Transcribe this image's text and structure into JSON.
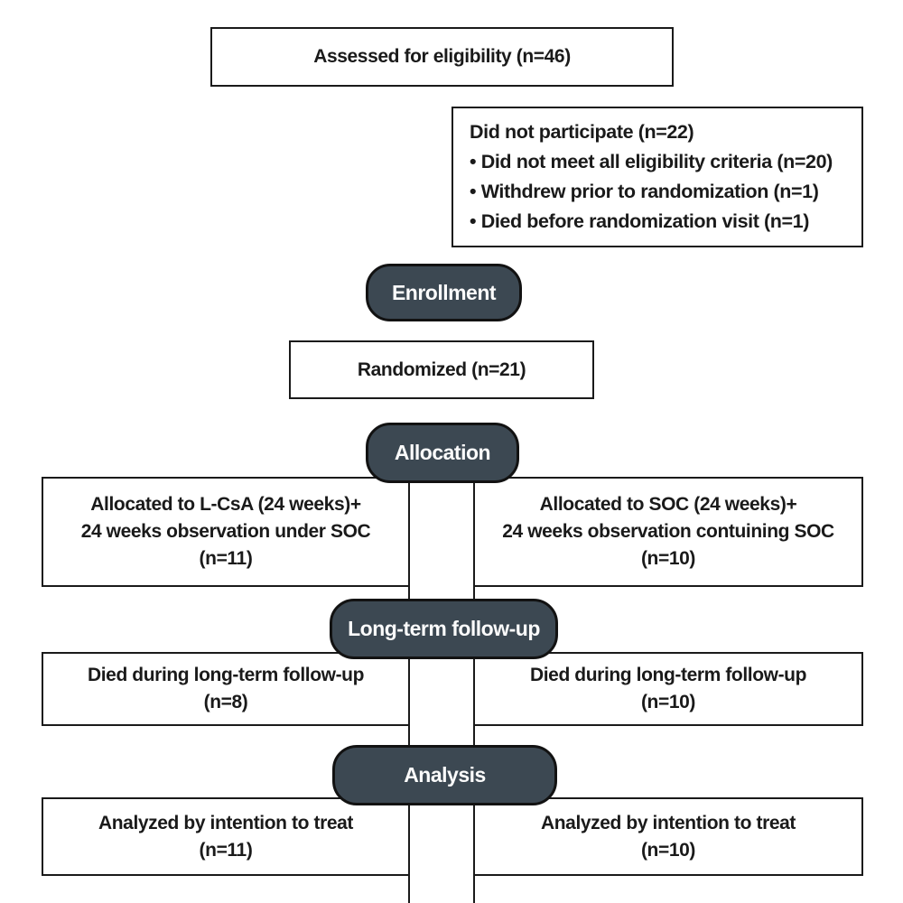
{
  "colors": {
    "pill_background": "#3C4852",
    "pill_text": "#fbfbfb",
    "box_border": "#1a1a1a",
    "box_background": "#ffffff",
    "connector_line": "#1a1a1a"
  },
  "stages": {
    "enrollment": "Enrollment",
    "allocation": "Allocation",
    "followup": "Long-term follow-up",
    "analysis": "Analysis"
  },
  "boxes": {
    "assessed": "Assessed for eligibility (n=46)",
    "excluded": {
      "title": "Did not participate (n=22)",
      "items": [
        "• Did not meet all eligibility criteria (n=20)",
        "• Withdrew prior to randomization (n=1)",
        "• Died before randomization visit (n=1)"
      ]
    },
    "randomized": "Randomized (n=21)",
    "alloc_left": {
      "line1": "Allocated to L-CsA (24 weeks)+",
      "line2": "24 weeks observation under SOC",
      "line3": "(n=11)"
    },
    "alloc_right": {
      "line1": "Allocated to SOC (24 weeks)+",
      "line2": "24 weeks observation contuining SOC",
      "line3": "(n=10)"
    },
    "followup_left": {
      "line1": "Died during long-term follow-up",
      "line2": "(n=8)"
    },
    "followup_right": {
      "line1": "Died during long-term follow-up",
      "line2": "(n=10)"
    },
    "analysis_left": {
      "line1": "Analyzed by intention to treat",
      "line2": "(n=11)"
    },
    "analysis_right": {
      "line1": "Analyzed by intention to treat",
      "line2": "(n=10)"
    }
  }
}
